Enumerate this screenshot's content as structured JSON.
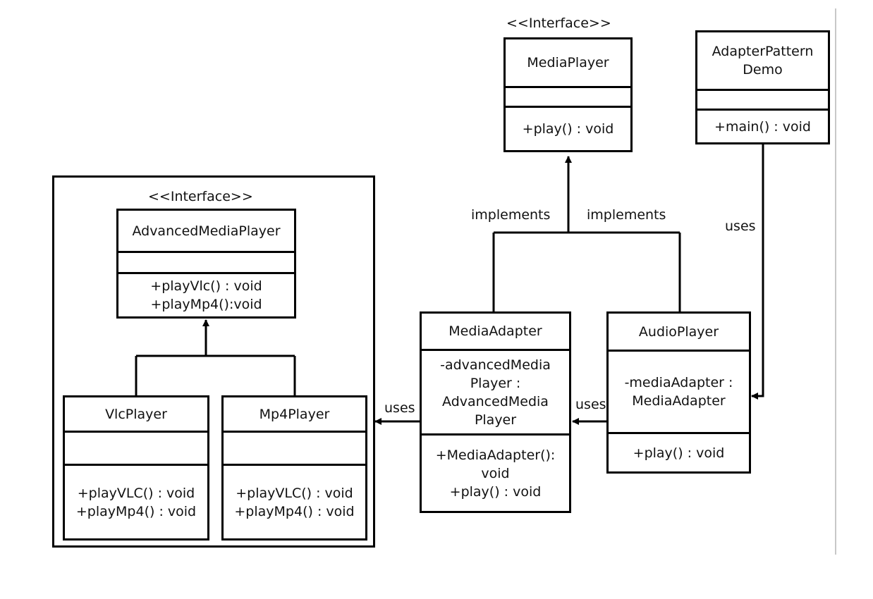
{
  "stereotypes": {
    "media_player": "<<Interface>>",
    "advanced_media_player": "<<Interface>>"
  },
  "classes": {
    "media_player": {
      "name": "MediaPlayer",
      "methods": [
        "+play() : void"
      ]
    },
    "adapter_pattern_demo": {
      "name": [
        "AdapterPattern",
        "Demo"
      ],
      "methods": [
        "+main() : void"
      ]
    },
    "advanced_media_player": {
      "name": "AdvancedMediaPlayer",
      "methods": [
        "+playVlc() : void",
        "+playMp4():void"
      ]
    },
    "vlc_player": {
      "name": "VlcPlayer",
      "methods": [
        "+playVLC() : void",
        "+playMp4() : void"
      ]
    },
    "mp4_player": {
      "name": "Mp4Player",
      "methods": [
        "+playVLC() : void",
        "+playMp4() : void"
      ]
    },
    "media_adapter": {
      "name": "MediaAdapter",
      "attributes": [
        "-advancedMedia",
        "Player :",
        "AdvancedMedia",
        "Player"
      ],
      "methods": [
        "+MediaAdapter():",
        "void",
        "+play() : void"
      ]
    },
    "audio_player": {
      "name": "AudioPlayer",
      "attributes": [
        "-mediaAdapter :",
        "MediaAdapter"
      ],
      "methods": [
        "+play() : void"
      ]
    }
  },
  "labels": {
    "implements_left": "implements",
    "implements_right": "implements",
    "uses_demo": "uses",
    "uses_audio_to_adapter": "uses",
    "uses_adapter_to_package": "uses"
  }
}
